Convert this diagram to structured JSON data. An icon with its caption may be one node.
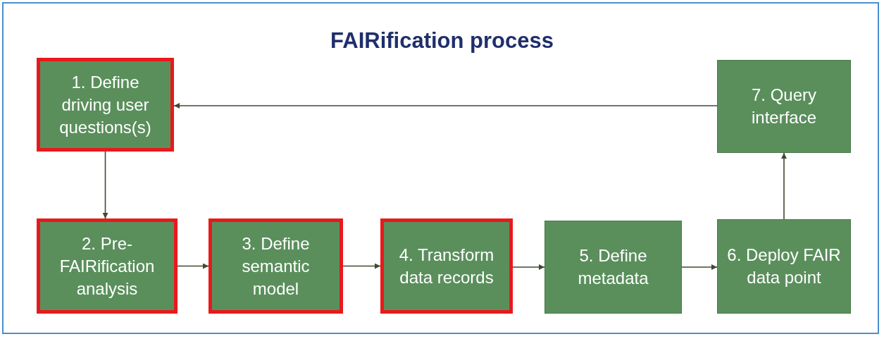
{
  "diagram": {
    "title": "FAIRification process",
    "nodes": [
      {
        "text": [
          "1. Define driving user questions(s)"
        ]
      },
      {
        "text": [
          "7. Query interface"
        ]
      },
      {
        "text": [
          "2. Pre-FAIRification analysis"
        ]
      },
      {
        "text": [
          "3. Define semantic model"
        ]
      },
      {
        "text": [
          "4. Transform data records"
        ]
      },
      {
        "text": [
          "5. Define metadata"
        ]
      },
      {
        "text": [
          "6. Deploy FAIR data point"
        ]
      }
    ],
    "edges": [
      {
        "from": 1,
        "to": 0,
        "arrow": "to"
      },
      {
        "from": 0,
        "to": 2,
        "arrow": "to"
      },
      {
        "from": 2,
        "to": 3,
        "arrow": "to"
      },
      {
        "from": 3,
        "to": 4,
        "arrow": "to"
      },
      {
        "from": 4,
        "to": 5,
        "arrow": "to"
      },
      {
        "from": 5,
        "to": 6,
        "arrow": "to"
      },
      {
        "from": 6,
        "to": 1,
        "arrow": "to"
      }
    ]
  }
}
